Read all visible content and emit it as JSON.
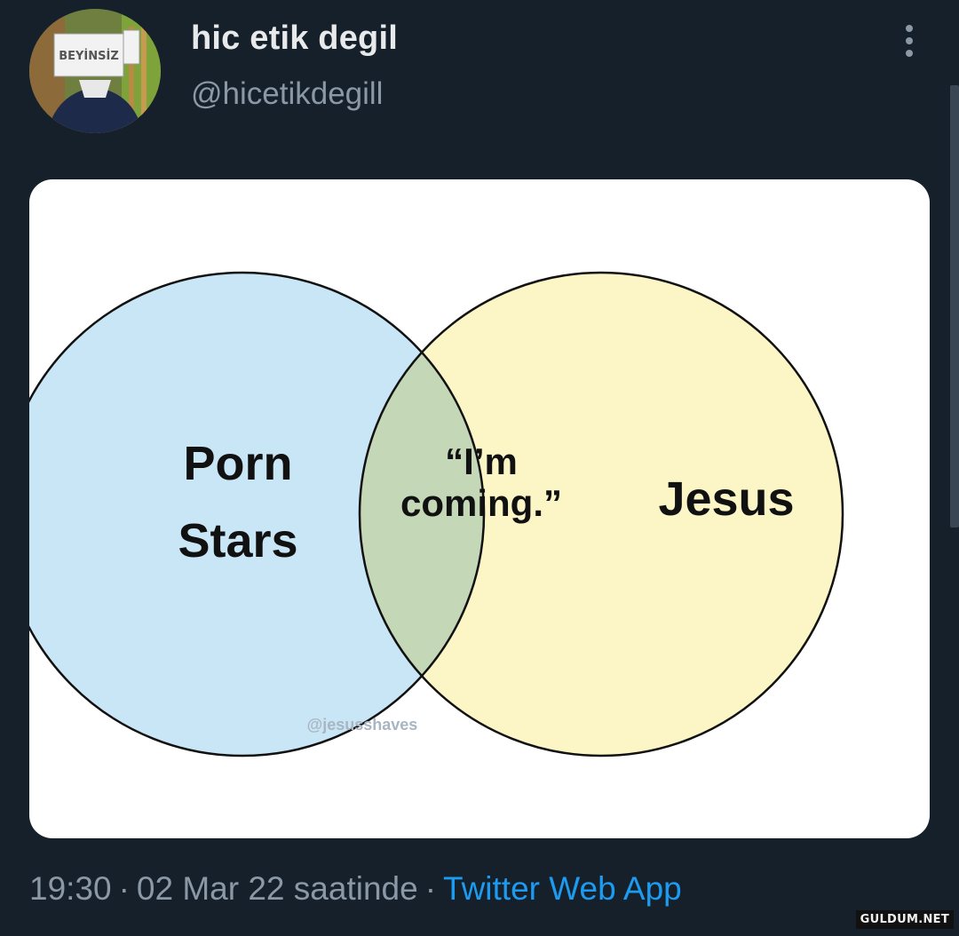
{
  "tweet": {
    "display_name": "hic etik degil",
    "handle": "@hicetikdegill",
    "avatar_sign_text": "BEYİNSİZ",
    "more_icon": "more-vertical-icon",
    "time": "19:30",
    "date": "02 Mar 22 saatinde",
    "separator": "·",
    "source": "Twitter Web App"
  },
  "venn": {
    "left_label_line1": "Porn",
    "left_label_line2": "Stars",
    "overlap_label_line1": "“I’m",
    "overlap_label_line2": "coming.”",
    "right_label": "Jesus",
    "credit": "@jesusshaves",
    "colors": {
      "left_fill": "#c9e6f6",
      "right_fill": "#fcf5c6",
      "overlap_fill": "#c4d7b6",
      "outline": "#111111"
    }
  },
  "watermark": "GULDUM.NET",
  "colors": {
    "background": "#15202b",
    "primary_text": "#e7e9ea",
    "secondary_text": "#8b98a5",
    "link": "#1d9bf0"
  }
}
